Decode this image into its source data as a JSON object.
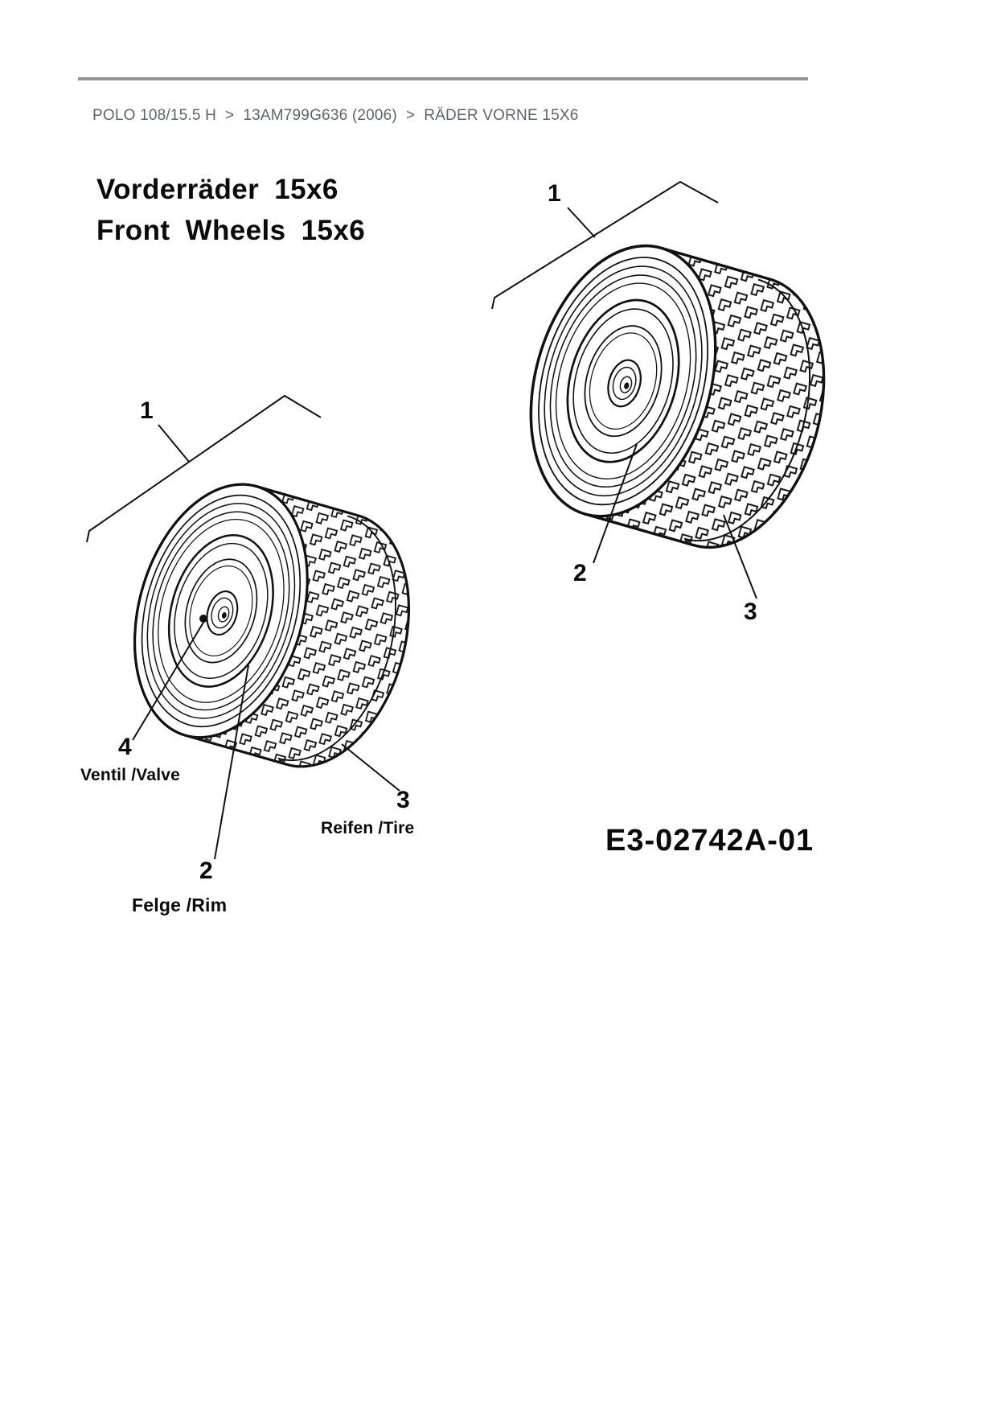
{
  "breadcrumb": {
    "separator": ">",
    "items": [
      "POLO 108/15.5 H",
      "13AM799G636 (2006)",
      "RÄDER VORNE 15X6"
    ]
  },
  "title": {
    "line_de": "Vorderräder 15x6",
    "line_en": "Front Wheels 15x6"
  },
  "diagram": {
    "code": "E3-02742A-01",
    "colors": {
      "line": "#111111",
      "rule": "#8e959b",
      "breadcrumb_text": "#5d656c"
    },
    "right_wheel": {
      "callout_1": "1",
      "callout_2": "2",
      "callout_3": "3"
    },
    "left_wheel": {
      "callout_1": "1",
      "callout_2": "2",
      "callout_3": "3",
      "callout_4": "4",
      "label_valve": "Ventil /Valve",
      "label_tire": "Reifen /Tire",
      "label_rim": "Felge /Rim"
    }
  }
}
